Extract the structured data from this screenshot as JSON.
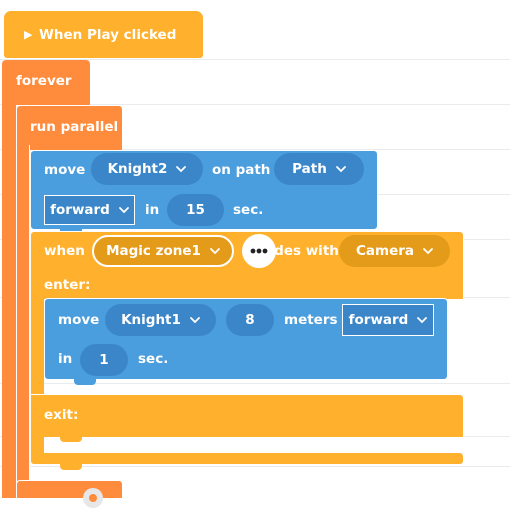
{
  "colors": {
    "control": "#ff8c3c",
    "event": "#ffb02c",
    "motion": "#4a9ede",
    "motion_field": "#3a86c8",
    "event_field": "#e59b1a",
    "outline": "#ffffff"
  },
  "hat": {
    "play_glyph": "▶",
    "label": "When Play clicked"
  },
  "forever": {
    "label": "forever"
  },
  "run_parallel": {
    "label": "run parallel"
  },
  "move_path": {
    "move_label": "move",
    "object_value": "Knight2",
    "on_path_label": "on path",
    "path_value": "Path",
    "direction_value": "forward",
    "in_label": "in",
    "seconds_value": "15",
    "sec_label": "sec."
  },
  "collides": {
    "when_label": "when",
    "zone_value": "Magic zone1",
    "collides_label": "collides with",
    "target_value": "Camera",
    "enter_label": "enter:",
    "exit_label": "exit:"
  },
  "move_meters": {
    "move_label": "move",
    "object_value": "Knight1",
    "meters_value": "8",
    "meters_label": "meters",
    "direction_value": "forward",
    "in_label": "in",
    "seconds_value": "1",
    "sec_label": "sec."
  },
  "icons": {
    "more": "more-dots-icon",
    "gear": "gear-icon",
    "chevron": "chevron-down-icon"
  }
}
